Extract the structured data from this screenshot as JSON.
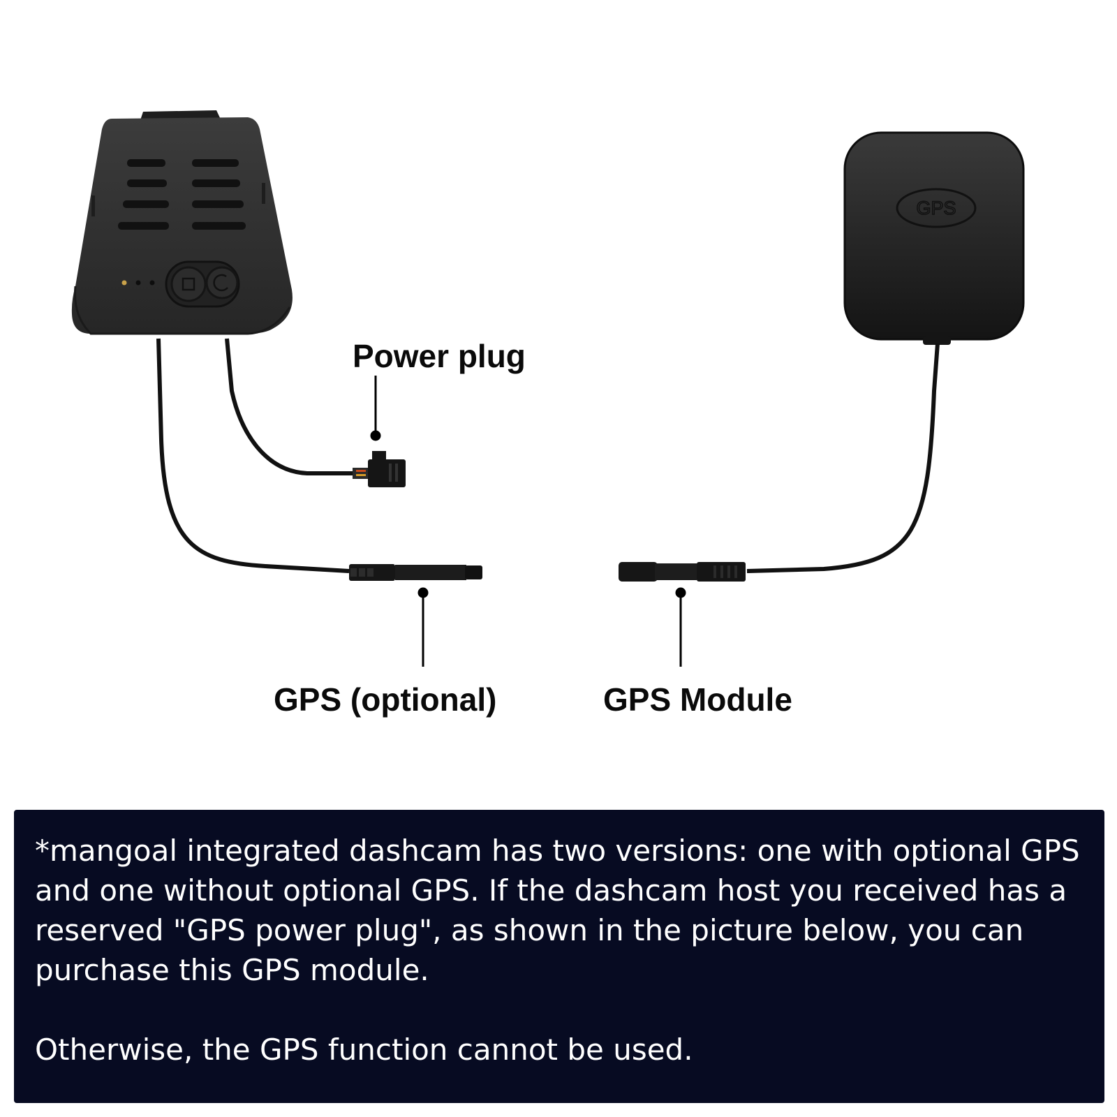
{
  "labels": {
    "power_plug": "Power plug",
    "gps_optional": "GPS (optional)",
    "gps_module": "GPS Module",
    "gps_badge": "GPS"
  },
  "note": {
    "line1": "*mangoal integrated dashcam has two versions: one with optional GPS and one without optional GPS. If the dashcam host you received has a reserved \"GPS power plug\", as shown in the picture below, you can purchase this GPS module.",
    "line2": "Otherwise, the GPS function cannot be used."
  },
  "colors": {
    "background": "#ffffff",
    "panel": "#070b22",
    "panel_text": "#ffffff",
    "device": "#2b2b2b",
    "cable": "#111111"
  },
  "icons": [
    "dashcam-device",
    "gps-antenna-module",
    "power-plug-connector",
    "male-connector",
    "female-connector"
  ]
}
